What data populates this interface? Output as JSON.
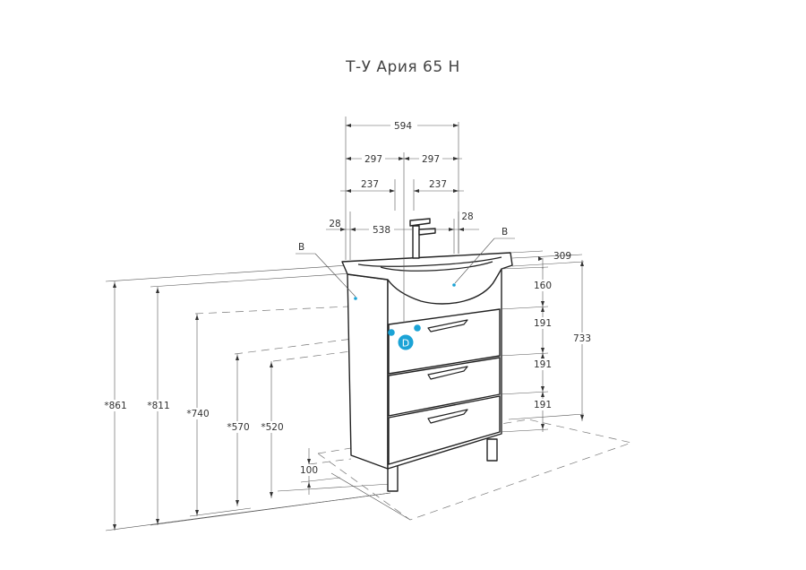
{
  "title": "Т-У Ария 65 Н",
  "dimensions": {
    "width_total": "594",
    "half_left": "297",
    "half_right": "297",
    "offset_left": "237",
    "offset_right": "237",
    "edge_left": "28",
    "edge_right": "28",
    "inner_width": "538",
    "depth": "309",
    "top_section": "160",
    "drawer_1": "191",
    "drawer_2": "191",
    "drawer_3": "191",
    "body_height": "733",
    "leg_height": "100",
    "h_861": "*861",
    "h_811": "*811",
    "h_740": "*740",
    "h_570": "*570",
    "h_520": "*520"
  },
  "markers": {
    "b_left": "B",
    "b_right": "B",
    "d_label": "D"
  },
  "colors": {
    "line": "#444444",
    "accent": "#1ba3d6"
  }
}
